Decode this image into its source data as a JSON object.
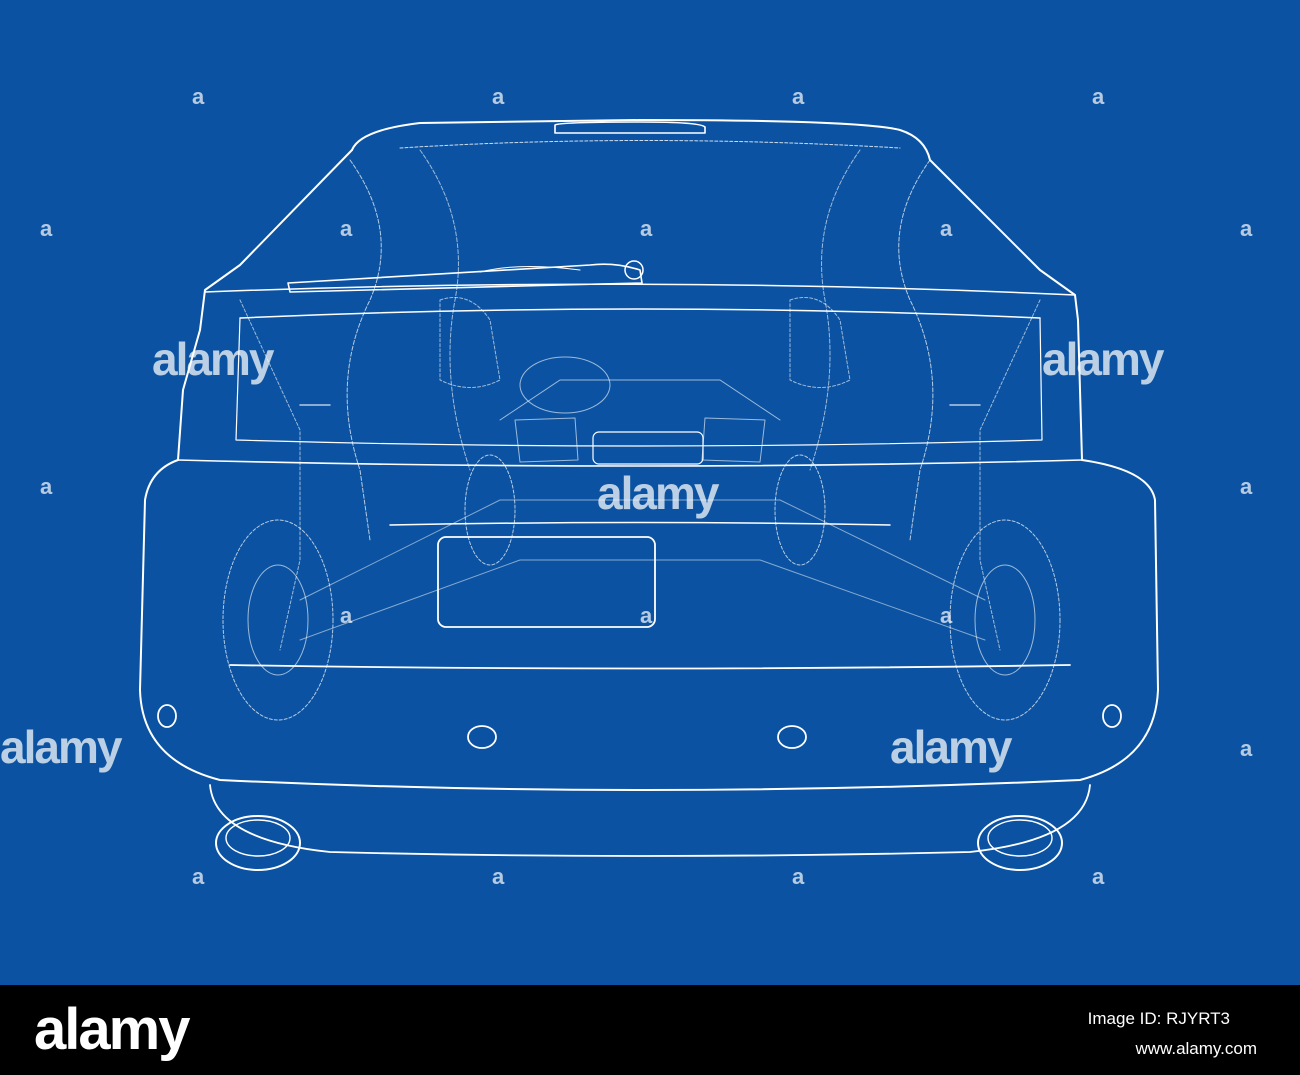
{
  "colors": {
    "background": "#0b53a2",
    "lines": "#ffffff",
    "footer": "#000000"
  },
  "watermark": {
    "text": "alamy",
    "mark": "a"
  },
  "footer": {
    "logo": "alamy",
    "image_id": "Image ID: RJYRT3",
    "url": "www.alamy.com"
  }
}
